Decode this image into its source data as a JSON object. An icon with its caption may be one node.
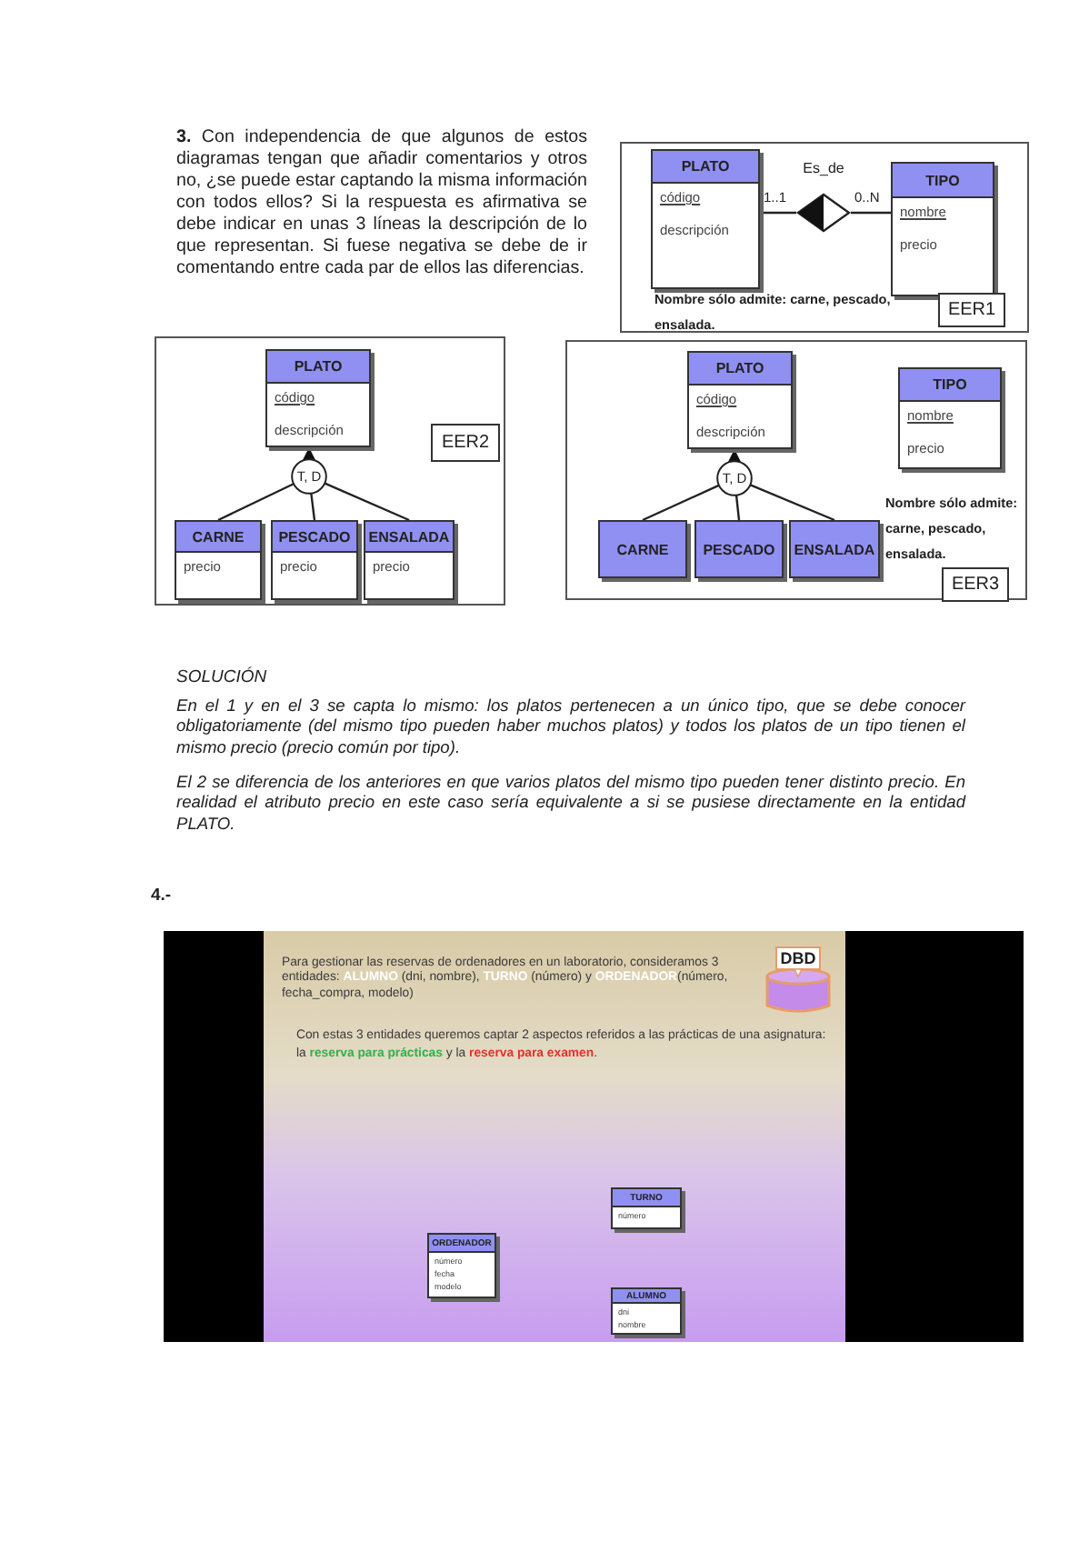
{
  "diagram": {
    "nodes": [
      {
        "text": [
          "PLATO",
          "código",
          "descripción"
        ]
      },
      {
        "text": [
          "Es_de"
        ]
      },
      {
        "text": [
          "TIPO",
          "nombre",
          "precio"
        ]
      },
      {
        "text": [
          "PLATO",
          "código",
          "descripción"
        ]
      },
      {
        "text": [
          "T, D"
        ]
      },
      {
        "text": [
          "CARNE",
          "precio"
        ]
      },
      {
        "text": [
          "PESCADO",
          "precio"
        ]
      },
      {
        "text": [
          "ENSALADA",
          "precio"
        ]
      },
      {
        "text": [
          "PLATO",
          "código",
          "descripción"
        ]
      },
      {
        "text": [
          "T, D"
        ]
      },
      {
        "text": [
          "CARNE"
        ]
      },
      {
        "text": [
          "PESCADO"
        ]
      },
      {
        "text": [
          "ENSALADA"
        ]
      },
      {
        "text": [
          "TIPO",
          "nombre",
          "precio"
        ]
      },
      {
        "text": [
          "TURNO",
          "número"
        ]
      },
      {
        "text": [
          "ORDENADOR",
          "número",
          "fecha",
          "modelo"
        ]
      },
      {
        "text": [
          "ALUMNO",
          "dni",
          "nombre"
        ]
      },
      {
        "text": [
          "EER1"
        ]
      },
      {
        "text": [
          "EER2"
        ]
      },
      {
        "text": [
          "EER3"
        ]
      }
    ],
    "edges": [
      {
        "from": 0,
        "to": 1,
        "arrow": "none",
        "label": "1..1"
      },
      {
        "from": 1,
        "to": 2,
        "arrow": "none",
        "label": "0..N"
      },
      {
        "from": 4,
        "to": 3,
        "arrow": "to"
      },
      {
        "from": 5,
        "to": 4,
        "arrow": "none"
      },
      {
        "from": 6,
        "to": 4,
        "arrow": "none"
      },
      {
        "from": 7,
        "to": 4,
        "arrow": "none"
      },
      {
        "from": 9,
        "to": 8,
        "arrow": "to"
      },
      {
        "from": 10,
        "to": 9,
        "arrow": "none"
      },
      {
        "from": 11,
        "to": 9,
        "arrow": "none"
      },
      {
        "from": 12,
        "to": 9,
        "arrow": "none"
      }
    ],
    "labels": [
      "**3.** Con independencia de que algunos de estos diagramas tengan que añadir comentarios y otros no, ¿se puede estar captando la misma información con todos ellos? Si la respuesta es afirmativa se debe indicar en unas 3 líneas la descripción de lo que representan. Si fuese negativa se debe de ir comentando entre cada par de ellos las diferencias.",
      "Nombre sólo admite: carne, pescado, ensalada.",
      "Nombre sólo admite: carne, pescado, ensalada.",
      "SOLUCIÓN",
      "En el 1 y en el 3 se capta lo mismo: los platos pertenecen a un único tipo, que se debe conocer obligatoriamente (del mismo tipo pueden haber muchos platos) y todos los platos de un tipo tienen el mismo precio (precio común por tipo).",
      "El 2 se diferencia de los anteriores en que varios platos del mismo tipo pueden tener distinto precio. En realidad el atributo precio en este caso sería equivalente a si se pusiese directamente en la entidad PLATO.",
      "4.-",
      "Para gestionar las reservas de ordenadores en un laboratorio, consideramos 3 entidades: **ALUMNO** (dni, nombre), **TURNO** (número) y **ORDENADOR**(número, fecha_compra, modelo)",
      "DBD",
      "Con estas 3 entidades queremos captar 2 aspectos referidos a las prácticas de una asignatura: la **reserva para prácticas** y la **reserva para examen**."
    ]
  }
}
